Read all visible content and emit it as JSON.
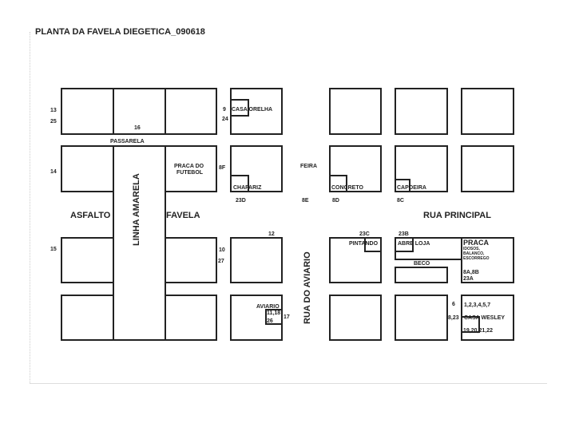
{
  "title": "PLANTA DA FAVELA DIEGETICA_090618",
  "areas": {
    "asfalto": "ASFALTO",
    "favela": "FAVELA",
    "linha_amarela": "LINHA AMARELA",
    "rua_principal": "RUA PRINCIPAL",
    "rua_do_aviario": "RUA DO AVIARIO",
    "passarela": "PASSARELA",
    "feira": "FEIRA",
    "beco": "BECO"
  },
  "places": {
    "casa_orelha": "CASA ORELHA",
    "praca_futebol_1": "PRACA DO",
    "praca_futebol_2": "FUTEBOL",
    "chafariz": "CHAFARIZ",
    "concreto": "CONCRETO",
    "capoeira": "CAPOEIRA",
    "pintando": "PINTANDO",
    "abre_loja": "ABRE LOJA",
    "praca": "PRACA",
    "praca_sub1": "IDOSOS,",
    "praca_sub2": "BALANCO,",
    "praca_sub3": "ESCORREGO",
    "aviario": "AVIARIO",
    "casa_wesley": "CASA WESLEY"
  },
  "numbers": {
    "n13": "13",
    "n25": "25",
    "n16": "16",
    "n14": "14",
    "n15": "15",
    "n9": "9",
    "n24": "24",
    "n8f": "8F",
    "n23d": "23D",
    "n8e": "8E",
    "n8d": "8D",
    "n8c": "8C",
    "n12": "12",
    "n10": "10",
    "n27": "27",
    "n23c": "23C",
    "n23b": "23B",
    "n8a8b": "8A,8B",
    "n23a": "23A",
    "n1118": "11,18",
    "n26": "26",
    "n17": "17",
    "n6": "6",
    "n123457": "1,2,3,4,5,7",
    "n823": "8,23",
    "n19_22": "19,20,21,22"
  }
}
